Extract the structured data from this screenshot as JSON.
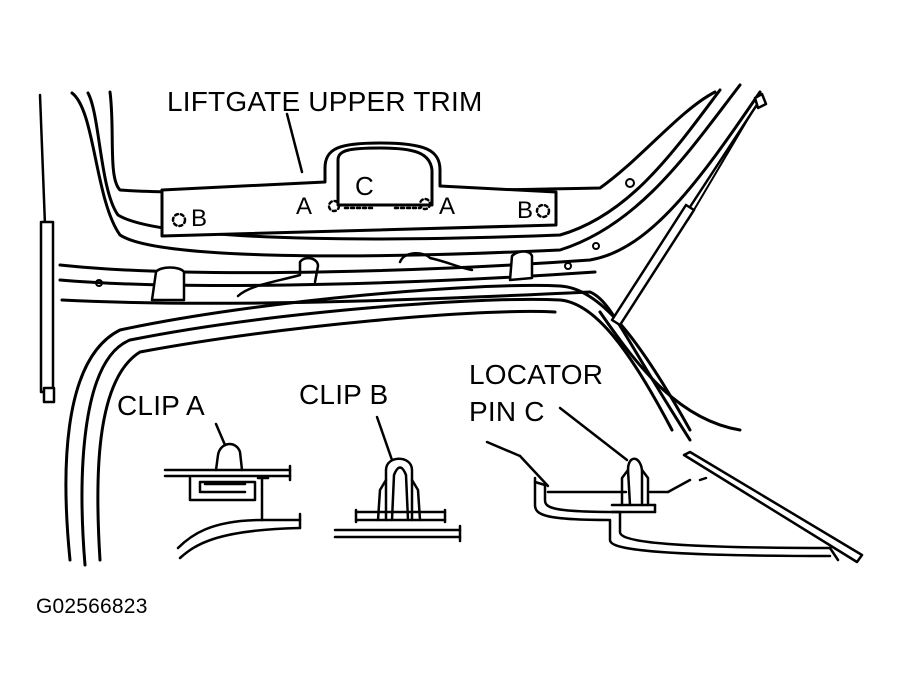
{
  "labels": {
    "trim": "LIFTGATE UPPER TRIM",
    "center": "C",
    "a_left": "A",
    "a_right": "A",
    "b_left": "B",
    "b_right": "B",
    "clip_a": "CLIP A",
    "clip_b": "CLIP B",
    "locator_line1": "LOCATOR",
    "locator_line2": "PIN C",
    "figure_code": "G02566823"
  },
  "colors": {
    "ink": "#000000",
    "paper": "#ffffff"
  }
}
